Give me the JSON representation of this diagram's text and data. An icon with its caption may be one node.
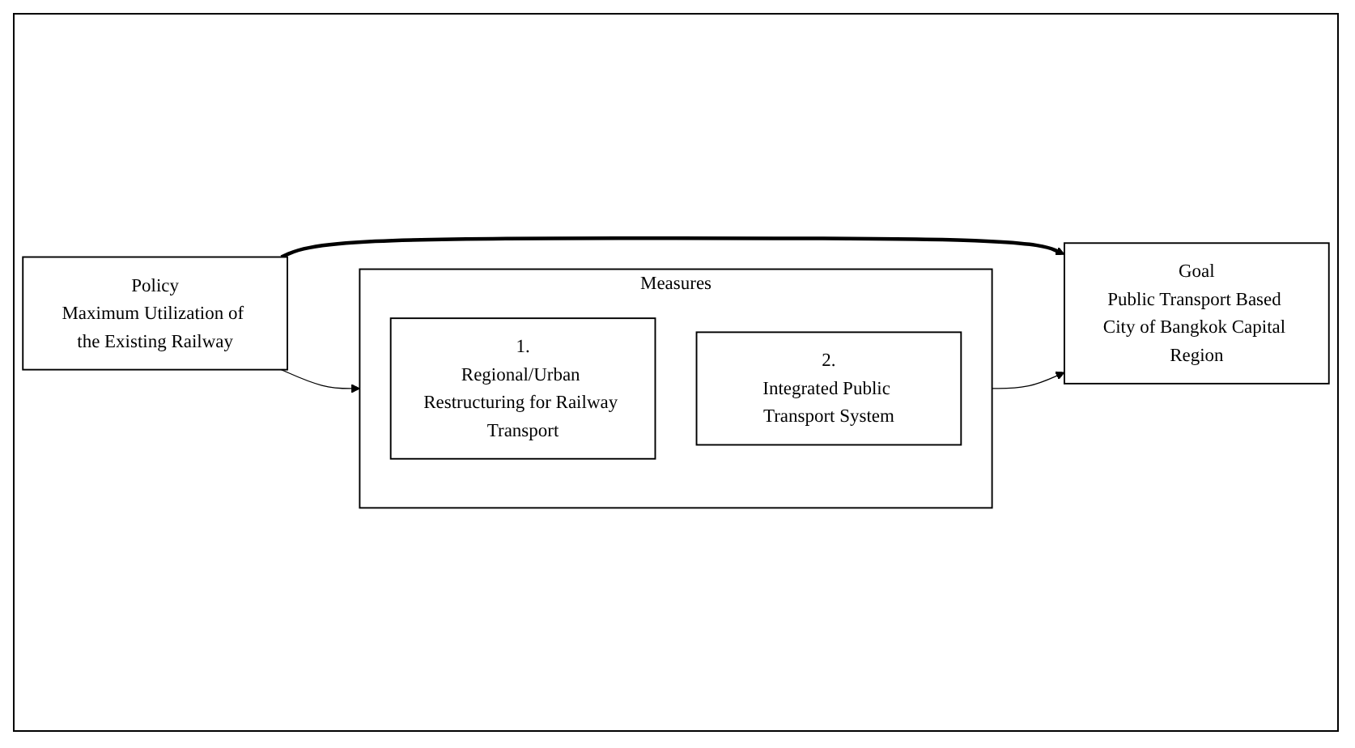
{
  "diagram": {
    "nodes": [
      {
        "text": [
          "Policy",
          "Maximum Utilization of the Existing Railway"
        ]
      },
      {
        "text": [
          "Goal",
          "Public Transport Based City of Bangkok Capital Region"
        ]
      },
      {
        "text": [
          "Measures"
        ]
      },
      {
        "text": [
          "1.",
          "Regional/Urban Restructuring for Railway Transport"
        ],
        "in": 2
      },
      {
        "text": [
          "2.",
          "Integrated Public Transport System"
        ],
        "in": 2
      }
    ],
    "edges": [
      {
        "from": 0,
        "to": 1,
        "arrow": "to",
        "style": "thick"
      },
      {
        "from": 0,
        "to": 2,
        "arrow": "to"
      },
      {
        "from": 2,
        "to": 1,
        "arrow": "to"
      }
    ]
  }
}
